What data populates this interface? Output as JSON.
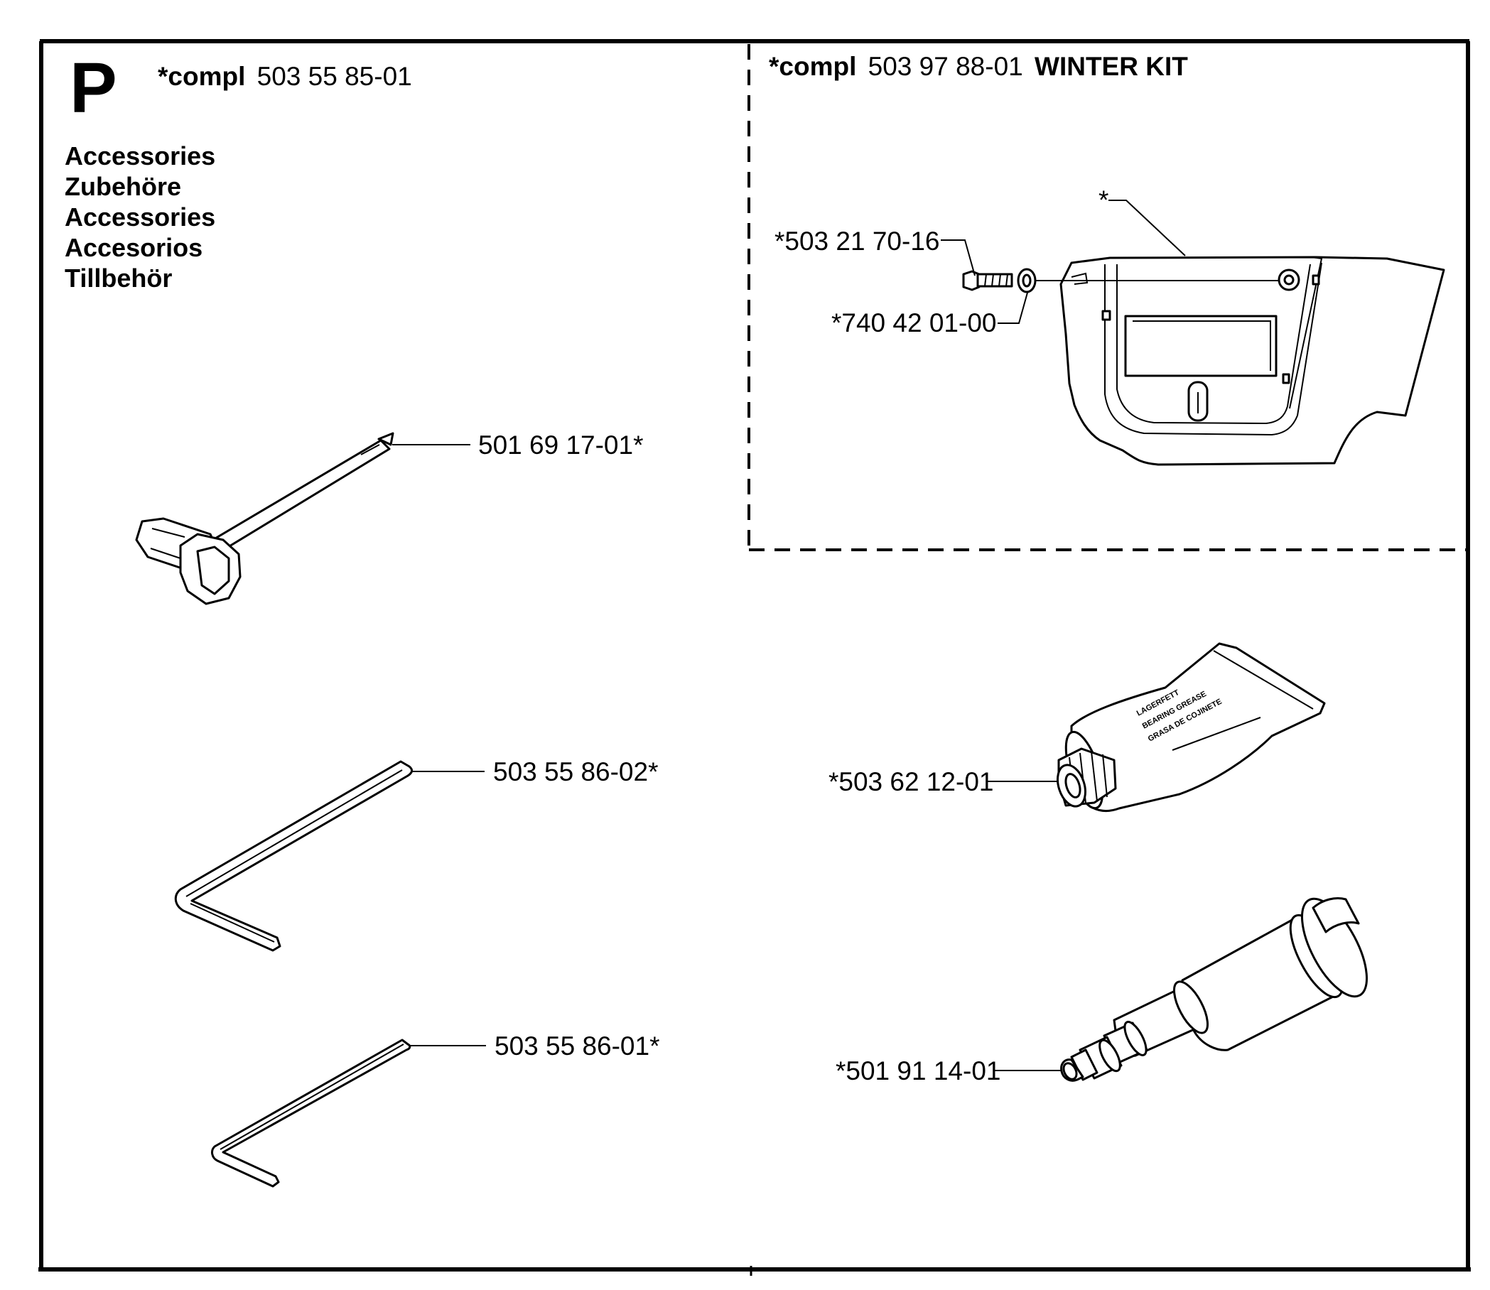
{
  "section_letter": "P",
  "main_kit": {
    "prefix": "*compl",
    "number": "503 55 85-01"
  },
  "titles": [
    "Accessories",
    "Zubehöre",
    "Accessories",
    "Accesorios",
    "Tillbehör"
  ],
  "winter_kit": {
    "prefix": "*compl",
    "number": "503 97 88-01",
    "name": "WINTER KIT",
    "cover_label": "*",
    "screw_label": "*503 21 70-16",
    "washer_label": "*740 42 01-00"
  },
  "parts": {
    "combi_wrench": "501 69 17-01*",
    "hex_key_large": "503 55 86-02*",
    "hex_key_small": "503 55 86-01*",
    "grease_tube": "*503 62 12-01",
    "grease_gun": "*501 91 14-01"
  },
  "grease_tube_print": [
    "LAGERFETT",
    "BEARING GREASE",
    "GRASA DE COJINETE"
  ]
}
